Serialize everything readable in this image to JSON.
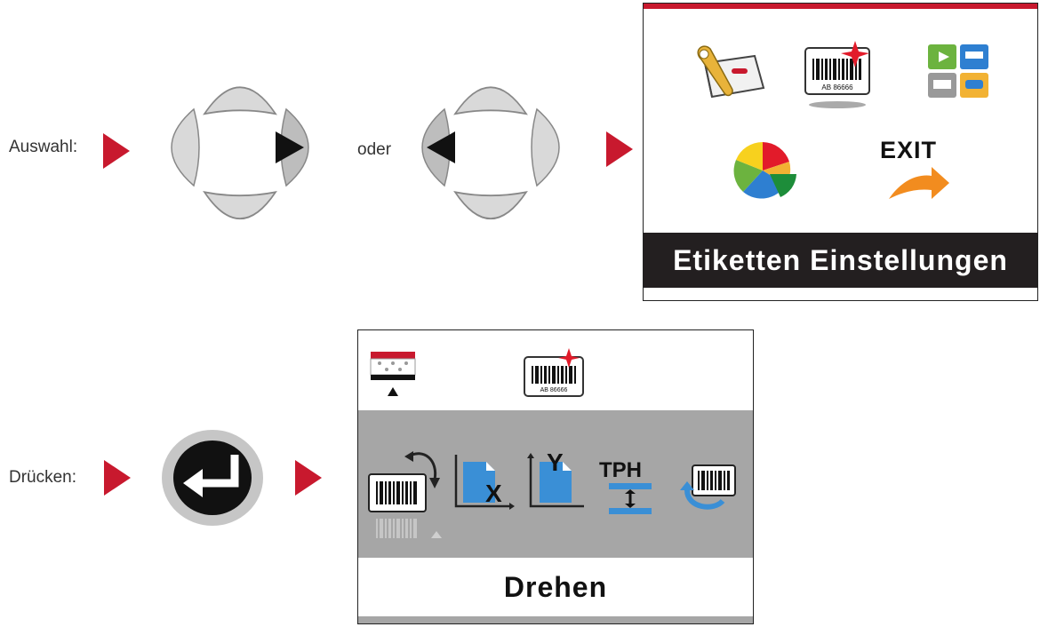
{
  "row1": {
    "label": "Auswahl:",
    "or_label": "oder",
    "screen": {
      "caption": "Etiketten Einstellungen",
      "exit_label": "EXIT",
      "barcode_text": "AB 86666"
    }
  },
  "row2": {
    "label": "Drücken:",
    "screen": {
      "caption": "Drehen",
      "barcode_text": "AB 86666",
      "x_label": "X",
      "y_label": "Y",
      "tph_label": "TPH"
    }
  },
  "colors": {
    "accent_red": "#c8192e",
    "key_gray": "#d9d9d9",
    "caption_bar": "#231f20",
    "panel_gray": "#a6a6a6",
    "tph_blue": "#3a8fd6"
  },
  "icons": [
    "tools-settings-icon",
    "label-settings-icon",
    "interface-settings-icon",
    "statistics-pie-icon",
    "exit-arrow-icon",
    "enter-key-icon",
    "rotate-label-icon",
    "x-offset-icon",
    "y-offset-icon",
    "tph-icon",
    "reprint-icon"
  ]
}
